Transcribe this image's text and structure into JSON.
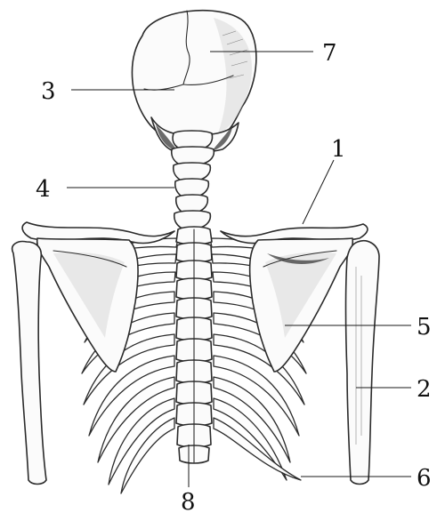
{
  "labels": [
    {
      "id": "1",
      "text": "1"
    },
    {
      "id": "2",
      "text": "2"
    },
    {
      "id": "3",
      "text": "3"
    },
    {
      "id": "4",
      "text": "4"
    },
    {
      "id": "5",
      "text": "5"
    },
    {
      "id": "6",
      "text": "6"
    },
    {
      "id": "7",
      "text": "7"
    },
    {
      "id": "8",
      "text": "8"
    }
  ],
  "colors": {
    "ink": "#2b2b2b",
    "paper": "#ffffff"
  }
}
